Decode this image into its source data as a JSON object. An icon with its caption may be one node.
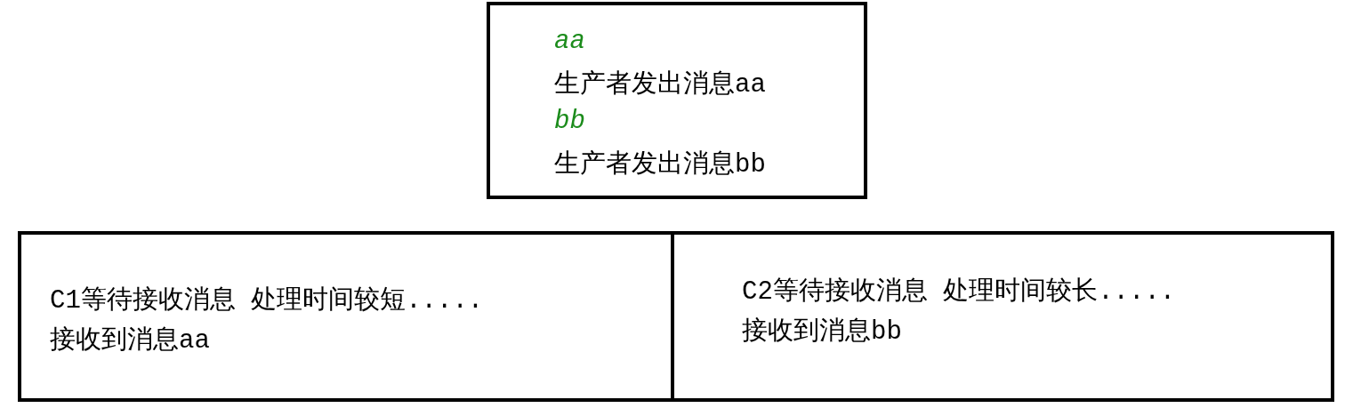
{
  "diagram": {
    "nodes": [
      {
        "text": [
          "aa",
          "生产者发出消息aa",
          "bb",
          "生产者发出消息bb"
        ]
      },
      {
        "text": [
          "C1等待接收消息 处理时间较短.....",
          "接收到消息aa"
        ]
      },
      {
        "text": [
          "C2等待接收消息 处理时间较长.....",
          "接收到消息bb"
        ]
      }
    ],
    "edges": []
  }
}
